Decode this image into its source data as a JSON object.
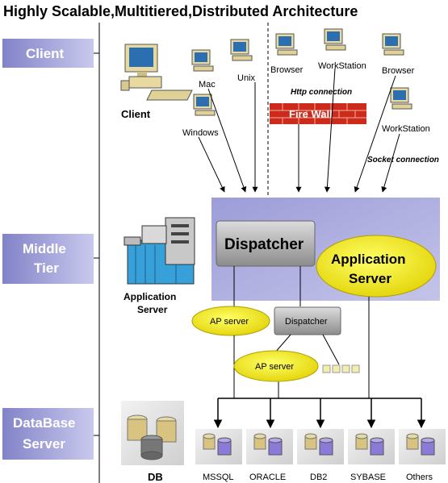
{
  "title": "Highly Scalable,Multitiered,Distributed Architecture",
  "tiers": {
    "client": "Client",
    "middle_line1": "Middle",
    "middle_line2": "Tier",
    "database_line1": "DataBase",
    "database_line2": "Server"
  },
  "clients": {
    "main": "Client",
    "mac": "Mac",
    "unix": "Unix",
    "windows": "Windows",
    "browser1": "Browser",
    "workstation1": "WorkStation",
    "browser2": "Browser",
    "workstation2": "WorkStation"
  },
  "connections": {
    "http": "Http connection",
    "socket": "Socket connection",
    "firewall": "Fire Wall"
  },
  "middle": {
    "dispatcher_main": "Dispatcher",
    "app_server_line1": "Application",
    "app_server_line2": "Server",
    "machine_line1": "Application",
    "machine_line2": "Server",
    "ap_server_1": "AP server",
    "dispatcher_small": "Dispatcher",
    "ap_server_2": "AP server"
  },
  "databases": {
    "db_main": "DB",
    "items": [
      "MSSQL",
      "ORACLE",
      "DB2",
      "SYBASE",
      "Others"
    ]
  },
  "colors": {
    "tier_box": "#9a9ad6",
    "middle_panel": "#a6a6dc",
    "ellipse_yellow": "#f4ee00",
    "firewall_red": "#cc2a1a"
  }
}
